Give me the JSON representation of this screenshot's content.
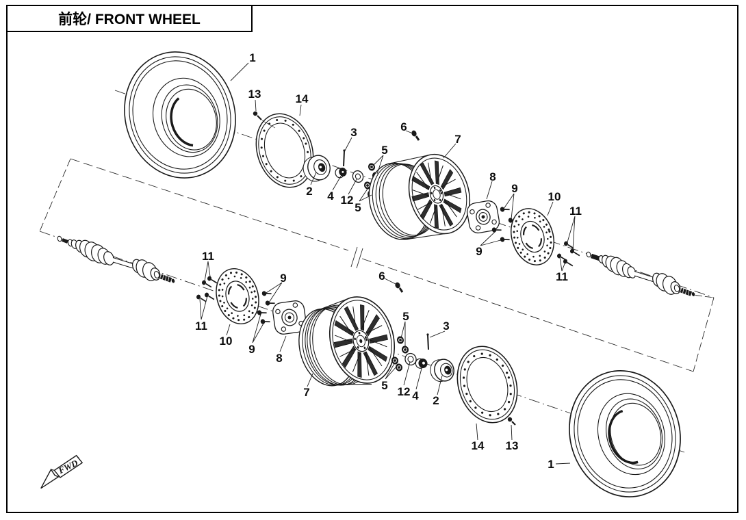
{
  "window": {
    "title": "前轮/ FRONT WHEEL"
  },
  "diagram": {
    "type": "exploded-parts-diagram",
    "assembly_name_zh": "前轮",
    "assembly_name_en": "FRONT WHEEL",
    "direction_marker": "FWD",
    "part_numbers": [
      "1",
      "2",
      "3",
      "4",
      "5",
      "6",
      "7",
      "8",
      "9",
      "10",
      "11",
      "12",
      "13",
      "14"
    ],
    "callouts": [
      {
        "label": "1",
        "part": "tire",
        "side": "upper"
      },
      {
        "label": "13",
        "part": "screw",
        "side": "upper"
      },
      {
        "label": "14",
        "part": "retainer-ring",
        "side": "upper"
      },
      {
        "label": "2",
        "part": "hub-cap",
        "side": "upper"
      },
      {
        "label": "3",
        "part": "cotter-pin",
        "side": "upper"
      },
      {
        "label": "4",
        "part": "axle-nut",
        "side": "upper"
      },
      {
        "label": "12",
        "part": "washer",
        "side": "upper"
      },
      {
        "label": "5",
        "part": "lug-nuts-a",
        "side": "upper"
      },
      {
        "label": "5",
        "part": "lug-nuts-b",
        "side": "upper"
      },
      {
        "label": "6",
        "part": "valve-stem",
        "side": "upper"
      },
      {
        "label": "7",
        "part": "wheel-rim",
        "side": "upper"
      },
      {
        "label": "8",
        "part": "wheel-hub",
        "side": "upper"
      },
      {
        "label": "9",
        "part": "studs-a",
        "side": "upper"
      },
      {
        "label": "9",
        "part": "studs-b",
        "side": "upper"
      },
      {
        "label": "10",
        "part": "brake-disc",
        "side": "upper"
      },
      {
        "label": "11",
        "part": "bolts-a",
        "side": "upper"
      },
      {
        "label": "11",
        "part": "bolts-b",
        "side": "upper"
      },
      {
        "label": "11",
        "part": "bolts-a",
        "side": "lower"
      },
      {
        "label": "11",
        "part": "bolts-b",
        "side": "lower"
      },
      {
        "label": "10",
        "part": "brake-disc",
        "side": "lower"
      },
      {
        "label": "9",
        "part": "studs-a",
        "side": "lower"
      },
      {
        "label": "9",
        "part": "studs-b",
        "side": "lower"
      },
      {
        "label": "8",
        "part": "wheel-hub",
        "side": "lower"
      },
      {
        "label": "7",
        "part": "wheel-rim",
        "side": "lower"
      },
      {
        "label": "6",
        "part": "valve-stem",
        "side": "lower"
      },
      {
        "label": "5",
        "part": "lug-nuts-a",
        "side": "lower"
      },
      {
        "label": "5",
        "part": "lug-nuts-b",
        "side": "lower"
      },
      {
        "label": "12",
        "part": "washer",
        "side": "lower"
      },
      {
        "label": "4",
        "part": "axle-nut",
        "side": "lower"
      },
      {
        "label": "3",
        "part": "cotter-pin",
        "side": "lower"
      },
      {
        "label": "2",
        "part": "hub-cap",
        "side": "lower"
      },
      {
        "label": "14",
        "part": "retainer-ring",
        "side": "lower"
      },
      {
        "label": "13",
        "part": "screw",
        "side": "lower"
      },
      {
        "label": "1",
        "part": "tire",
        "side": "lower"
      }
    ]
  }
}
